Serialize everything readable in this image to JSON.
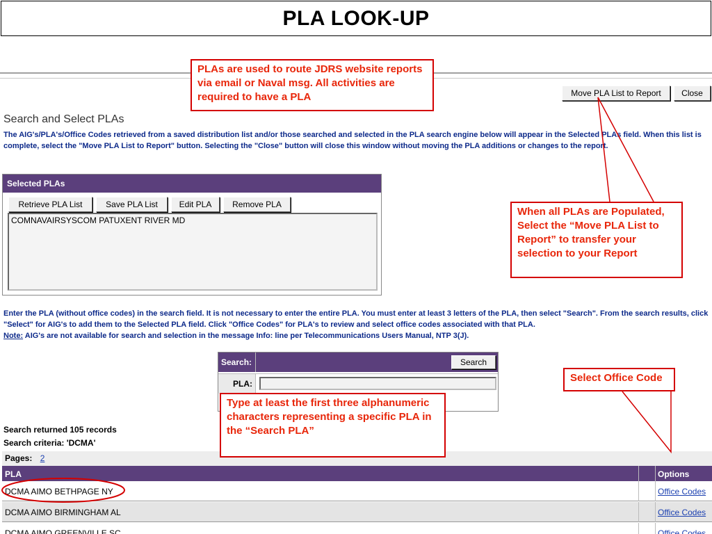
{
  "slide": {
    "title": "PLA LOOK-UP"
  },
  "toolbar": {
    "move_label": "Move PLA List to Report",
    "close_label": "Close"
  },
  "search_select": {
    "heading": "Search and Select PLAs",
    "intro": "The AIG's/PLA's/Office Codes retrieved from a saved distribution list and/or those searched and selected in the PLA search engine below will appear in the Selected PLAs field. When this list is complete, select the \"Move PLA List to Report\" button. Selecting the \"Close\" button will close this window without moving the PLA additions or changes to the report."
  },
  "selected_plas": {
    "header": "Selected PLAs",
    "buttons": {
      "retrieve": "Retrieve PLA List",
      "save": "Save PLA List",
      "edit": "Edit PLA",
      "remove": "Remove PLA"
    },
    "items": [
      "COMNAVAIRSYSCOM PATUXENT RIVER MD"
    ]
  },
  "instructions": {
    "text": "Enter the PLA (without office codes) in the search field. It is not necessary to enter the entire PLA. You must enter at least 3 letters of the PLA, then select \"Search\". From the search results, click \"Select\" for AIG's to add them to the Selected PLA field. Click \"Office Codes\" for PLA's to review and select office codes associated with that PLA.",
    "note_label": "Note:",
    "note_text": "AIG's are not available for search and selection in the message Info: line per Telecommunications Users Manual, NTP 3(J)."
  },
  "search": {
    "label": "Search:",
    "button": "Search",
    "pla_label": "PLA:",
    "pla_value": ""
  },
  "results": {
    "summary": "Search returned 105 records",
    "criteria": "Search criteria: 'DCMA'",
    "pages_label": "Pages:",
    "page_link": "2",
    "col_pla": "PLA",
    "col_options": "Options",
    "rows": [
      {
        "pla": "DCMA AIMO BETHPAGE NY",
        "option": "Office Codes"
      },
      {
        "pla": "DCMA AIMO BIRMINGHAM AL",
        "option": "Office Codes"
      },
      {
        "pla": "DCMA AIMO GREENVILLE SC",
        "option": "Office Codes"
      }
    ]
  },
  "annotations": {
    "route": "PLAs are used to route JDRS website reports via email or Naval msg. All activities are required to have a PLA",
    "move": "When all PLAs are Populated, Select the “Move PLA List to Report” to transfer your selection to your Report",
    "office": "Select Office Code",
    "type": "Type at least the first three alphanumeric characters representing a specific PLA in the “Search PLA”"
  },
  "colors": {
    "header_purple": "#5b3f7c",
    "annotation_red": "#d40000",
    "text_blue": "#0d2a8a",
    "link_blue": "#1a3fb0"
  }
}
